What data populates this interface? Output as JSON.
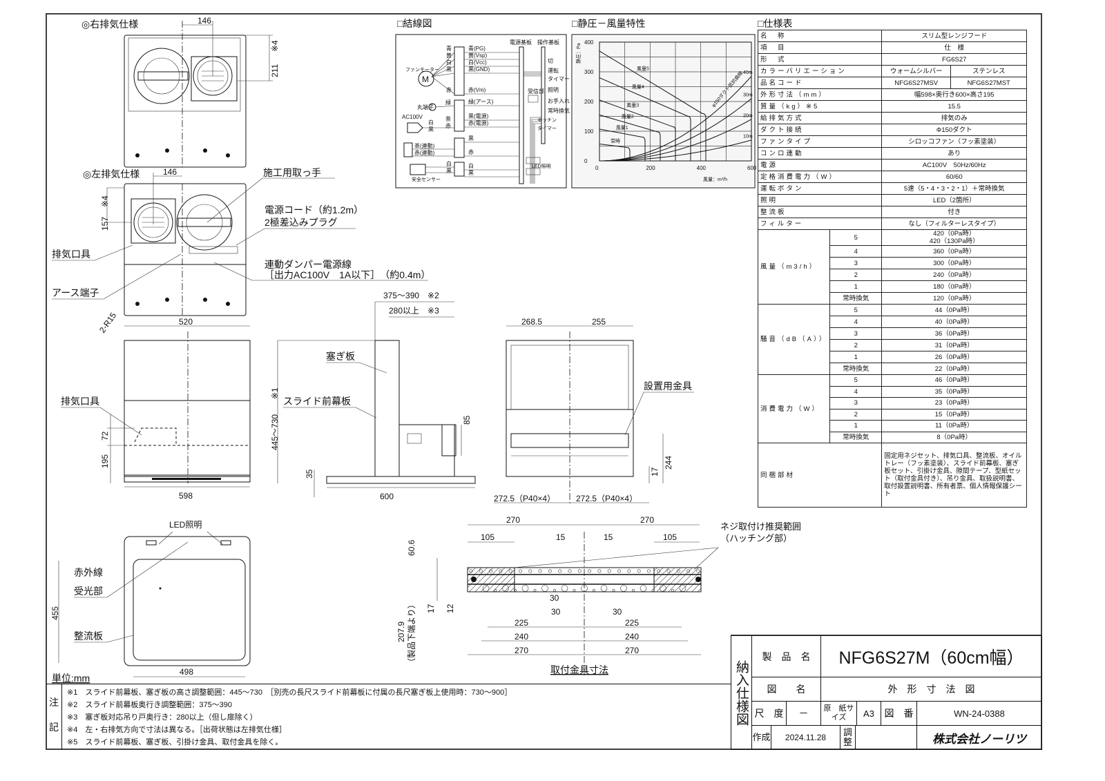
{
  "sections": {
    "wiring_title": "□結線図",
    "chart_title": "□静圧－風量特性",
    "spec_title": "□仕様表"
  },
  "top_views": {
    "right_title": "◎右排気仕様",
    "right_dim_146": "146",
    "right_dim_211": "211",
    "right_note": "※4",
    "left_title": "◎左排気仕様",
    "left_dim_146": "146",
    "left_dim_157": "157",
    "left_note": "※4",
    "handle": "施工用取っ手",
    "cord_1": "電源コード（約1.2m）",
    "cord_2": "2極差込みプラグ",
    "exhaust_fitting": "排気口具",
    "damper_1": "連動ダンパー電源線",
    "damper_2": "［出力AC100V　1A以下］　（約0.4m）",
    "earth": "アース端子",
    "corner": "2-R15"
  },
  "front_view": {
    "dim_520": "520",
    "exhaust_fitting": "排気口具",
    "dim_72": "72",
    "dim_195": "195",
    "dim_598": "598"
  },
  "side_view": {
    "depth_range": "375～390　※2",
    "min_depth": "280以上　※3",
    "closing_plate": "塞ぎ板",
    "height_note": "※1",
    "height_range": "445～730",
    "slide_panel": "スライド前幕板",
    "dim_85": "85",
    "dim_35": "35",
    "dim_600": "600"
  },
  "rear_view": {
    "dim_268_5": "268.5",
    "dim_255": "255",
    "bracket": "設置用金具",
    "dim_244": "244",
    "dim_17": "17",
    "pitch_left": "272.5（P40×4）",
    "pitch_right": "272.5（P40×4）"
  },
  "bottom_view": {
    "led": "LED照明",
    "ir_1": "赤外線",
    "ir_2": "受光部",
    "dim_455": "455",
    "rectifier": "整流板",
    "dim_498": "498",
    "unit": "単位:mm"
  },
  "bracket_view": {
    "caption": "取付金具寸法",
    "top_270_l": "270",
    "top_270_r": "270",
    "d105_l": "105",
    "d15_l": "15",
    "d15_r": "15",
    "d105_r": "105",
    "screw_1": "ネジ取付け推奨範囲",
    "screw_2": "（ハッチング部）",
    "d60_6": "60.6",
    "d17": "17",
    "d12": "12",
    "d30_a": "30",
    "d30_b": "30",
    "d30_c": "30",
    "d225_l": "225",
    "d225_r": "225",
    "d240_l": "240",
    "d240_r": "240",
    "d270_l": "270",
    "d270_r": "270",
    "d207_9": "207.9",
    "d207_9_note": "（製品下端より）"
  },
  "wiring": {
    "power_board": "電源基板",
    "control_board": "操作基板",
    "fan_motor": "ファンモーター",
    "motor": "M",
    "ring_terminal": "丸端子",
    "ac": "AC100V",
    "sensor": "安全センサー",
    "receiver": "受信部",
    "led": "LED照明",
    "motor_wires": [
      "青",
      "黄",
      "白",
      "黒",
      "赤"
    ],
    "wires": [
      "青(PG)",
      "黄(Vsp)",
      "白(Vcc)",
      "黒(GND)",
      "赤(Vm)",
      "緑(アース)",
      "黒(電源)",
      "赤(電源)",
      "黒",
      "赤",
      "白",
      "黒"
    ],
    "plug_wires": [
      "白",
      "黒",
      "茶",
      "赤"
    ],
    "damper_wires": [
      "茶(連動)",
      "赤(連動)"
    ],
    "sensor_wires": [
      "白",
      "黒"
    ],
    "ground_wire": "緑",
    "buttons": [
      "切",
      "運転",
      "タイマー",
      "照明",
      "お手入れ",
      "常時換気",
      "キッチン",
      "タイマー"
    ]
  },
  "spec_table": {
    "rows": [
      {
        "label": "名　称",
        "value": "スリム型レンジフード"
      },
      {
        "label": "項　目",
        "value": "仕　様"
      },
      {
        "label": "形　式",
        "value": "FG6S27"
      },
      {
        "label": "カラーバリエーション",
        "value_a": "ウォームシルバー",
        "value_b": "ステンレス"
      },
      {
        "label": "品名コード",
        "value_a": "NFG6S27MSV",
        "value_b": "NFG6S27MST"
      },
      {
        "label": "外形寸法（mm）",
        "value": "幅598×奥行き600×高さ195"
      },
      {
        "label": "質量（kg）※5",
        "value": "15.5"
      },
      {
        "label": "給排気方式",
        "value": "排気のみ"
      },
      {
        "label": "ダクト接続",
        "value": "Φ150ダクト"
      },
      {
        "label": "ファンタイプ",
        "value": "シロッコファン（フッ素塗装）"
      },
      {
        "label": "コンロ連動",
        "value": "あり"
      },
      {
        "label": "電源",
        "value": "AC100V　50Hz/60Hz"
      },
      {
        "label": "定格消費電力（W）",
        "value": "60/60"
      },
      {
        "label": "運転ボタン",
        "value": "5速（5・4・3・2・1）＋常時換気"
      },
      {
        "label": "照明",
        "value": "LED（2箇所）"
      },
      {
        "label": "整流板",
        "value": "付き"
      },
      {
        "label": "フィルター",
        "value": "なし（フィルターレスタイプ）"
      }
    ],
    "airflow": {
      "label": "風量（m3/h）",
      "rows": [
        {
          "speed": "5",
          "value": "420（0Pa時）",
          "value2": "420（130Pa時）"
        },
        {
          "speed": "4",
          "value": "360（0Pa時）"
        },
        {
          "speed": "3",
          "value": "300（0Pa時）"
        },
        {
          "speed": "2",
          "value": "240（0Pa時）"
        },
        {
          "speed": "1",
          "value": "180（0Pa時）"
        },
        {
          "speed": "常時換気",
          "value": "120（0Pa時）"
        }
      ]
    },
    "noise": {
      "label": "騒音（dB（A））",
      "rows": [
        {
          "speed": "5",
          "value": "44（0Pa時）"
        },
        {
          "speed": "4",
          "value": "40（0Pa時）"
        },
        {
          "speed": "3",
          "value": "36（0Pa時）"
        },
        {
          "speed": "2",
          "value": "31（0Pa時）"
        },
        {
          "speed": "1",
          "value": "26（0Pa時）"
        },
        {
          "speed": "常時換気",
          "value": "22（0Pa時）"
        }
      ]
    },
    "power": {
      "label": "消費電力（W）",
      "rows": [
        {
          "speed": "5",
          "value": "46（0Pa時）"
        },
        {
          "speed": "4",
          "value": "35（0Pa時）"
        },
        {
          "speed": "3",
          "value": "23（0Pa時）"
        },
        {
          "speed": "2",
          "value": "15（0Pa時）"
        },
        {
          "speed": "1",
          "value": "11（0Pa時）"
        },
        {
          "speed": "常時換気",
          "value": "8（0Pa時）"
        }
      ]
    },
    "bundled": {
      "label": "同梱部材",
      "value": "固定用ネジセット、排気口具、整流板、オイルトレー（フッ素塗装）、スライド前幕板、塞ぎ板セット、引掛け金具、隙間テープ、型紙セット（取付金具付き）、吊り金具、取扱説明書、取付設置説明書、所有者票、個人情報保護シート"
    }
  },
  "notes": {
    "side_1": "注",
    "side_2": "記",
    "items": [
      "※1　スライド前幕板、塞ぎ板の高さ調整範囲：445～730　［別売の長尺スライド前幕板に付属の長尺塞ぎ板上使用時：730～900］",
      "※2　スライド前幕板奥行き調整範囲：375～390",
      "※3　塞ぎ板対応吊り戸奥行き：280以上（但し扉除く）",
      "※4　左・右排気方向で寸法は異なる。［出荷状態は左排気仕様］",
      "※5　スライド前幕板、塞ぎ板、引掛け金具、取付金具を除く。"
    ]
  },
  "title_block": {
    "side": "納入仕様図",
    "product_label": "製　品　名",
    "product_value": "NFG6S27M（60cm幅）",
    "drawing_label": "図　　名",
    "drawing_value": "外　形　寸　法　図",
    "scale_label": "尺　度",
    "scale_value": "－",
    "paper_label": "原　紙サイズ",
    "paper_value": "A3",
    "number_label": "図　番",
    "number_value": "WN-24-0388",
    "created_label": "作成",
    "created_value": "2024.11.28",
    "adjust_label": "調整",
    "adjust_value": "",
    "company": "株式会社ノーリツ"
  },
  "chart_data": {
    "type": "line",
    "title": "静圧－風量特性",
    "xlabel": "風量：m³/h",
    "ylabel": "静圧：Pa",
    "xlim": [
      0,
      600
    ],
    "ylim": [
      0,
      400
    ],
    "xticks": [
      "0",
      "200",
      "400",
      "600"
    ],
    "yticks": [
      "0",
      "100",
      "200",
      "300",
      "400"
    ],
    "grid": true,
    "fan_curves": [
      {
        "name": "常時",
        "points": [
          [
            0,
            57
          ],
          [
            110,
            45
          ],
          [
            120,
            0
          ]
        ]
      },
      {
        "name": "風量1",
        "points": [
          [
            0,
            107
          ],
          [
            170,
            80
          ],
          [
            180,
            0
          ]
        ]
      },
      {
        "name": "風量2",
        "points": [
          [
            0,
            155
          ],
          [
            232,
            97
          ],
          [
            240,
            0
          ]
        ]
      },
      {
        "name": "風量3",
        "points": [
          [
            0,
            205
          ],
          [
            290,
            115
          ],
          [
            300,
            0
          ]
        ]
      },
      {
        "name": "風量4",
        "points": [
          [
            0,
            280
          ],
          [
            350,
            150
          ],
          [
            360,
            0
          ]
        ]
      },
      {
        "name": "風量5",
        "points": [
          [
            0,
            370
          ],
          [
            405,
            160
          ],
          [
            420,
            0
          ]
        ]
      }
    ],
    "duct_curves": [
      {
        "name": "10m",
        "pressure_at_600": 70
      },
      {
        "name": "20m",
        "pressure_at_600": 140
      },
      {
        "name": "30m",
        "pressure_at_600": 210
      },
      {
        "name": "40m",
        "pressure_at_600": 285
      }
    ],
    "duct_curve_label": "φ150ダクト抵抗曲線"
  }
}
